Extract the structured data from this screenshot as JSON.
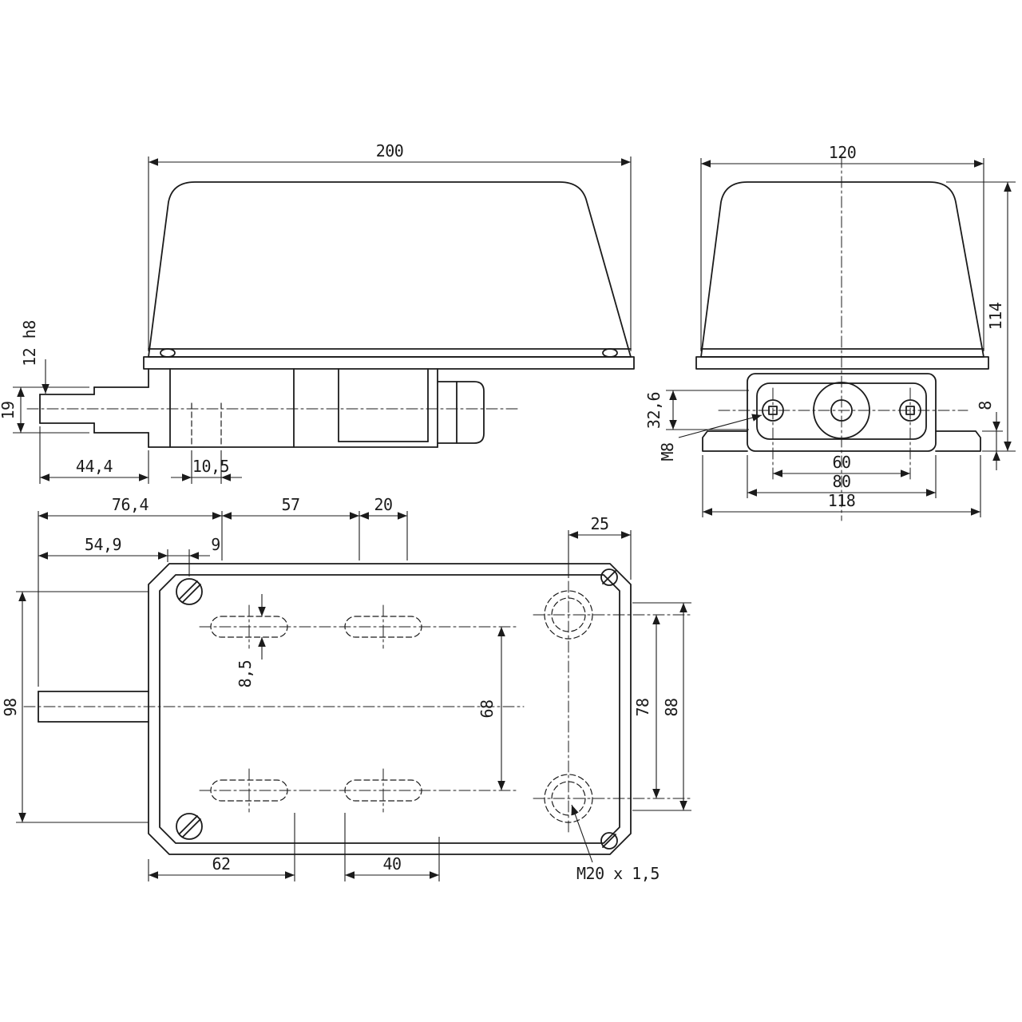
{
  "drawing": {
    "type": "technical-dimension-drawing",
    "subject": "switch-housing-three-views",
    "colors": {
      "line": "#1b1b1b",
      "background": "#ffffff"
    },
    "front": {
      "width": "200",
      "shaft_diameter": "12 h8",
      "shaft_height": "19",
      "shaft_length": "44,4",
      "hole_offset": "10,5"
    },
    "side": {
      "width": "120",
      "height": "114",
      "center_offset": "32,6",
      "thread": "M8",
      "foot_height": "8",
      "hole_spacing": "60",
      "body_width": "80",
      "flange_width": "118"
    },
    "plan": {
      "chain_a": "76,4",
      "chain_b": "57",
      "chain_c": "20",
      "gland_edge": "25",
      "offset_a": "54,9",
      "offset_b": "9",
      "height": "98",
      "slot_height": "8,5",
      "slot_row_spacing": "68",
      "gland_spacing": "78",
      "edge_spacing": "88",
      "slot_a": "62",
      "slot_b": "40",
      "gland_thread": "M20 x 1,5"
    }
  }
}
